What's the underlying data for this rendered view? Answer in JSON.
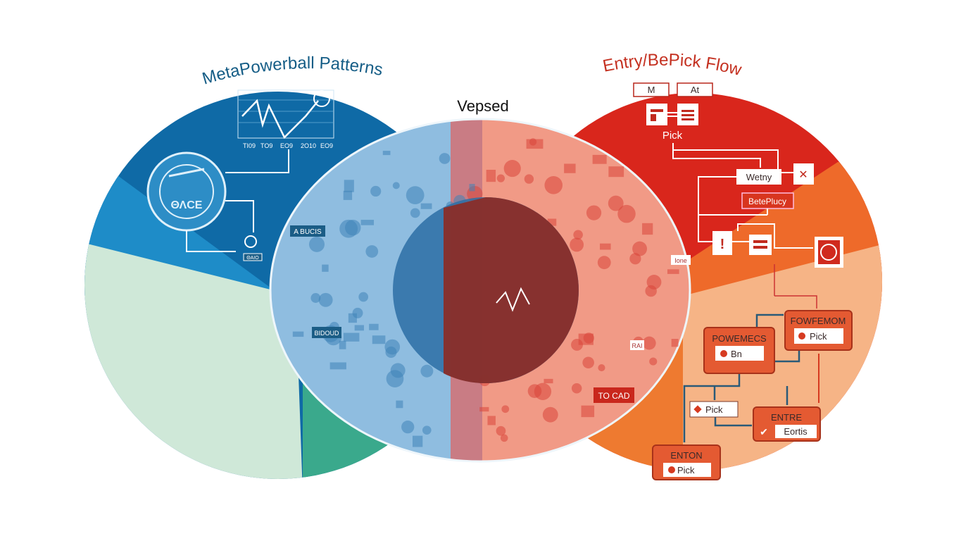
{
  "titles": {
    "left": "MetaPowerball Patterns",
    "right": "Entry/BePick Flow",
    "center": "Vepsed"
  },
  "left_panel": {
    "chart_ticks": [
      "TI09",
      "TO9",
      "EO9",
      "2O10",
      "EO9"
    ],
    "gauge_label": "ΘΛCE",
    "icon_label": "ΘΑΙΟ",
    "labels": [
      "A BUCIS",
      "BIDOUD"
    ]
  },
  "right_panel": {
    "top_boxes": [
      "M",
      "At"
    ],
    "pick_label": "Pick",
    "wetny": "Wetny",
    "betepicy": "BetePlucy",
    "alert_glyph": "!",
    "labels": [
      "TO CAD",
      "Ione",
      "RAI"
    ],
    "flow": {
      "fowfemom": {
        "title": "FOWFEMOM",
        "item": "Pick"
      },
      "powemecs": {
        "title": "POWEMECS",
        "item": "Bn"
      },
      "pick": "Pick",
      "entre": {
        "title": "ENTRE",
        "item": "Eortis"
      },
      "enton": {
        "title": "ENTON",
        "item": "Pick"
      }
    }
  },
  "colors": {
    "blue_dark": "#0f6aa6",
    "blue_mid": "#1e8cc8",
    "green_light": "#cfe8d8",
    "teal": "#3aa98c",
    "red": "#d9261c",
    "orange": "#ee6a2a",
    "orange_light": "#f6b486",
    "overlap_dark": "#8e2a22"
  }
}
